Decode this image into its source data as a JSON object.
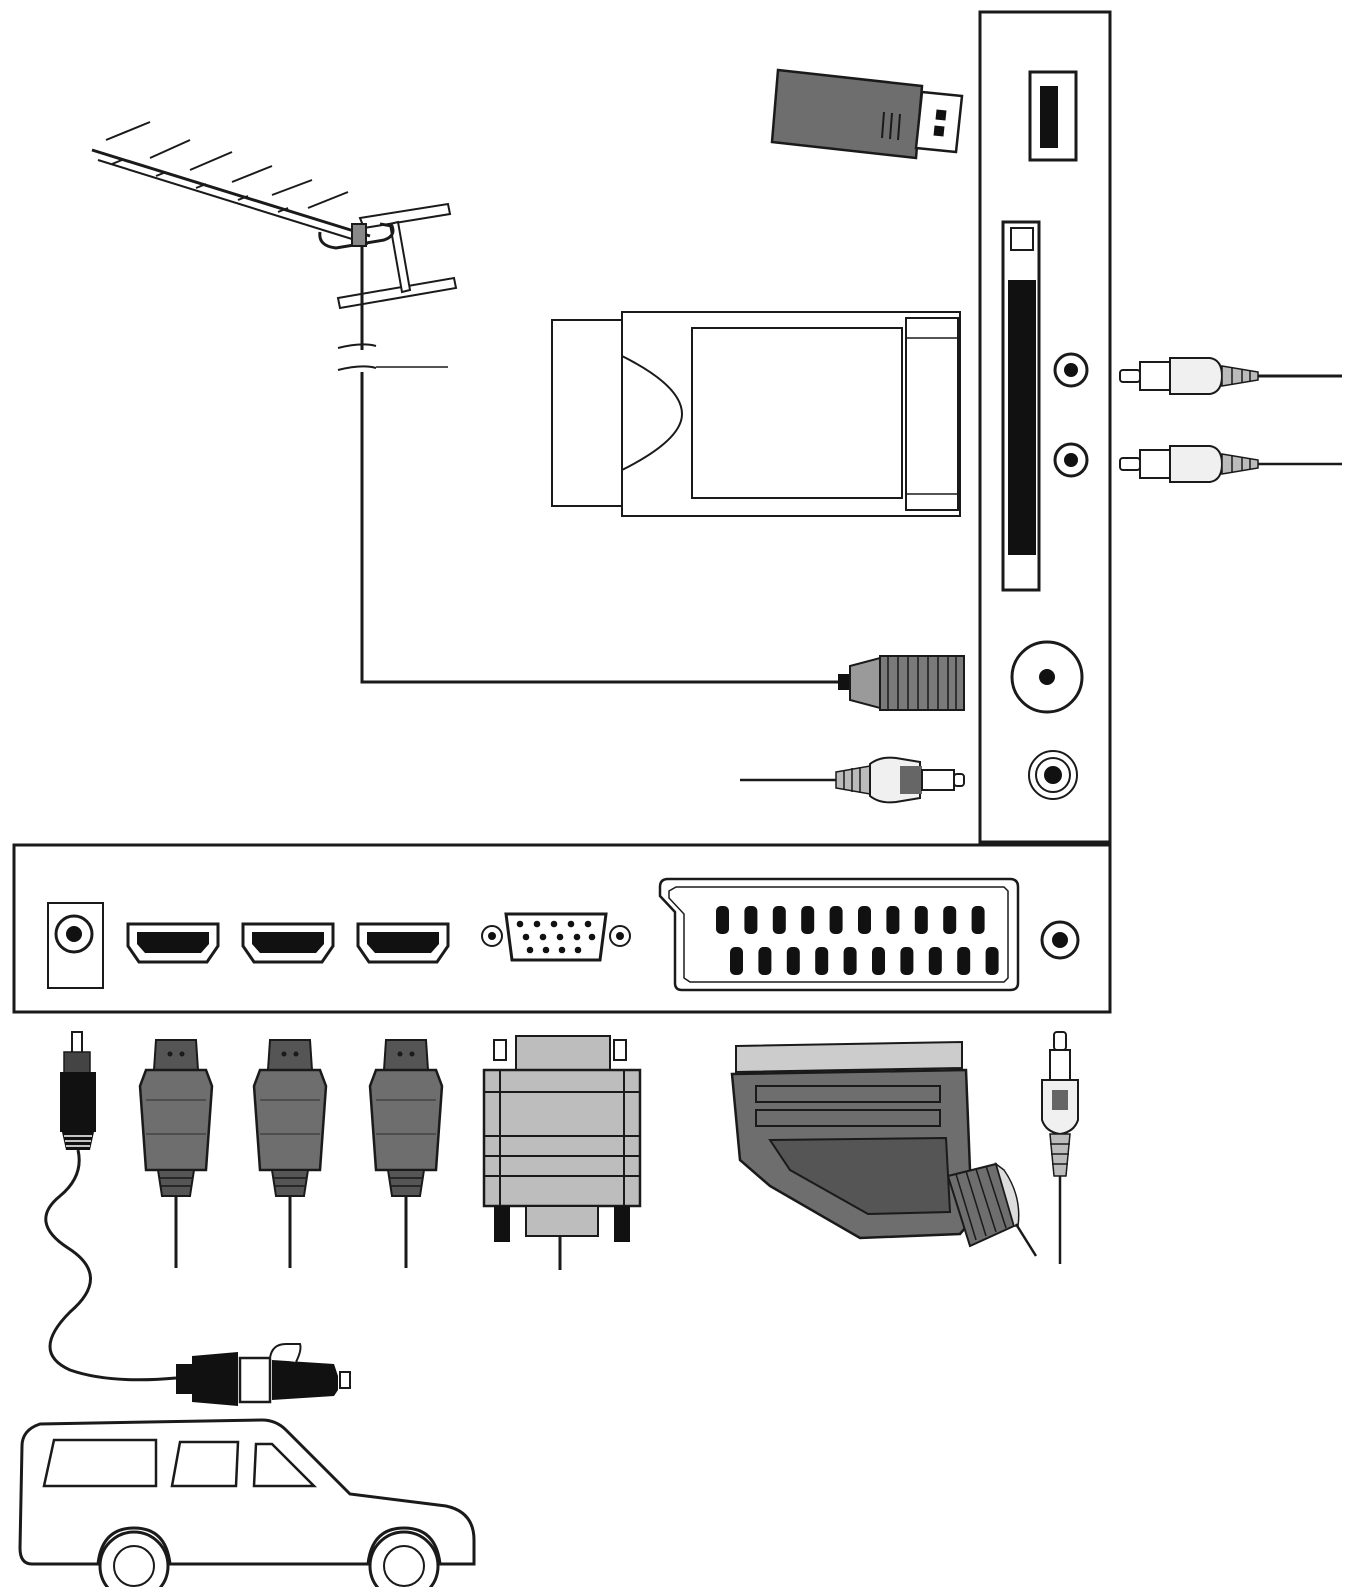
{
  "diagram": {
    "type": "tv-connection-diagram",
    "labels": [],
    "side_panel": {
      "ports": [
        "usb-port",
        "ci-card-slot",
        "rca-audio-out-left",
        "rca-audio-out-right",
        "rf-antenna-input",
        "rca-jack"
      ]
    },
    "bottom_panel": {
      "ports": [
        "dc-power-jack",
        "hdmi-port-1",
        "hdmi-port-2",
        "hdmi-port-3",
        "vga-port",
        "scart-port",
        "rca-jack"
      ]
    },
    "devices": [
      "antenna",
      "usb-stick",
      "ci-module",
      "car",
      "car-adapter"
    ],
    "colors": {
      "stroke": "#1a1a1a",
      "connector_gray": "#6e6e6e",
      "connector_dark": "#555555",
      "light_gray": "#bdbdbd",
      "fill_dark": "#111111",
      "background": "#ffffff"
    }
  }
}
